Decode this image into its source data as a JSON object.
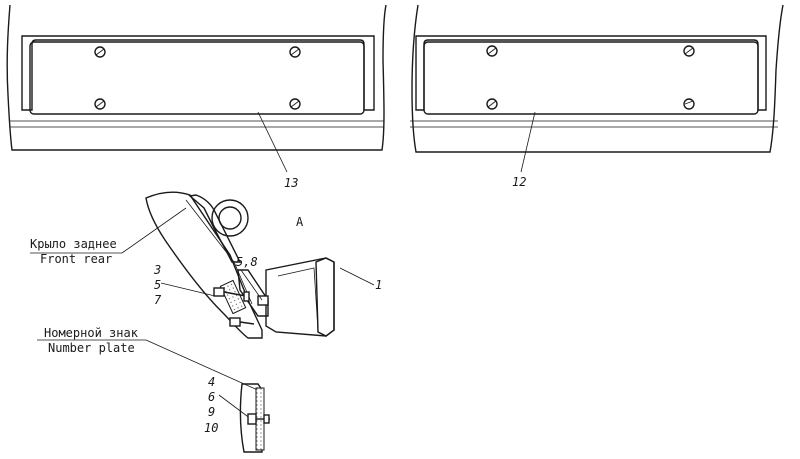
{
  "callouts": {
    "plate_right_ref": "13",
    "plate_left_ref": "12",
    "view_label": "A",
    "part_1": "1",
    "part_3": "3",
    "part_5": "5",
    "part_7": "7",
    "part_5_8": "5,8",
    "part_4": "4",
    "part_6": "6",
    "part_9": "9",
    "part_10": "10"
  },
  "captions": {
    "rear_fender_ru": "Крыло заднее",
    "rear_fender_en": "Front rear",
    "number_plate_ru": "Номерной знак",
    "number_plate_en": "Number plate"
  }
}
